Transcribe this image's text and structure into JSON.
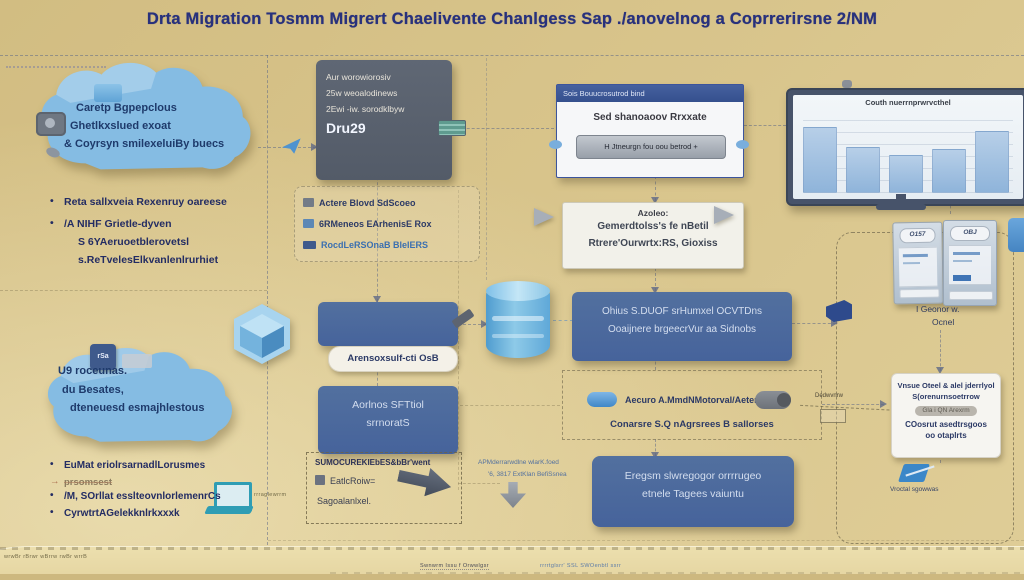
{
  "title": "Drta Migration Tosmm Migrert Chaelivente Chanlgess Sap ./anovelnog a Coprrerirsne 2/NM",
  "colors": {
    "background": "#d8c48c",
    "cloud_blue": "#85bce3",
    "navy_box": "#4a67a0",
    "slate_box": "#59616e",
    "accent_blue": "#5b9bd5",
    "dark_navy_text": "#26336b",
    "light_band": "#e9ddae"
  },
  "top_left": {
    "cloud_lines": [
      "Caretp Bgpepclous",
      "Ghetlkxslued exoat",
      "& Coyrsyn smilexeluiBy buecs"
    ],
    "bullets": [
      "Reta sallxveia Rexenruy oareese",
      "/A NIHF Grietle-dyven"
    ],
    "sub_lines": [
      "S 6YAeruoetblerovetsl",
      "s.ReTvelesElkvanlenlrurhiet"
    ]
  },
  "pipeline": {
    "code_box_lines": [
      "Aur worowiorosiv",
      "25w weoalodinews",
      "2Ewi -iw. sorodklbyw"
    ],
    "code_box_big": "Dru29",
    "storage_rows": [
      "Actere Blovd SdScoeo",
      "6RMeneos EArhenisE Rox",
      "RocdLeRSOnaB BlelERS"
    ],
    "pill_label": "Arensoxsulf-cti OsB",
    "stage_box_lines": [
      "Aorlnos SFTtiol",
      "srrnoratS"
    ],
    "process_box_lines": [
      "SUMOCUREKIEbES&bBr'went",
      "EatlcRoiw=",
      "Sagoalanlxel."
    ],
    "device_caption": "rrraglewrrm"
  },
  "center": {
    "window": {
      "titlebar": "Sois Bouucrosutrod bind",
      "body": "Sed shanoaoov Rrxxate",
      "button": "H Jtneurgn fou oou betrod +"
    },
    "gateway_lines": [
      "Azoleo:",
      "Gemerdtolss's fe nBetil",
      "Rtrere'Ourwrtx:RS, Gioxiss"
    ],
    "db_box_lines": [
      "Ohius S.DUOF srHumxel OCVTDns",
      "Ooaijnere brgeecrVur aa Sidnobs"
    ],
    "sync_row": {
      "line1": "Aecuro A.MmdNMotorval/Aeter",
      "line2": "Conarsre S.Q nAgrsrees B sallorses"
    },
    "target_box_lines": [
      "Eregsm slwregogor orrrrugeo",
      "etnele Tagees vaiuntu"
    ],
    "note_lines": [
      "APMderrarwdlne wlarK.foed",
      "'6, 3817 ExtKlan BefiSsnea"
    ]
  },
  "bottom_left": {
    "cloud_lines": [
      "U9 roceunas.",
      "du Besates,",
      "dteneuesd esmajhlestous"
    ],
    "badge": "rSa",
    "bullets": [
      "EuMat eriolrsarnadlLorusmes",
      "prsomsest",
      "/M, SOrllat esslteovnlorlemenrCs",
      "CyrwtrtAGelekknlrkxxxk"
    ]
  },
  "right": {
    "monitor": {
      "chart": {
        "type": "bar",
        "title": "Couth nuerrnprwrvcthel",
        "values": [
          80,
          55,
          45,
          52,
          75
        ]
      }
    },
    "cards": {
      "card1_logo": "O157",
      "card2_logo": "OBJ",
      "caption1": "I Geonor w.",
      "caption2": "Ocnel"
    },
    "sketch_label": "Dedwvnrw",
    "info_box": {
      "line1": "Vnsue Oteel & alel jderrlyol",
      "line2": "S(orenurnsoetrrow",
      "pill": "Gla i QN Arexrm",
      "line3": "COosrut asedtrsgoos",
      "line4": "oo otaplrts"
    },
    "device_caption": "Vroctal sgowwas"
  },
  "footer": {
    "left": "wrwBr rBrwr wBrrw rwBr wrrB",
    "center": "Swnwrm Issu f Orwwlgsr",
    "right": "rrrrtglsrr' SSL SWOenbtl ssrr"
  }
}
